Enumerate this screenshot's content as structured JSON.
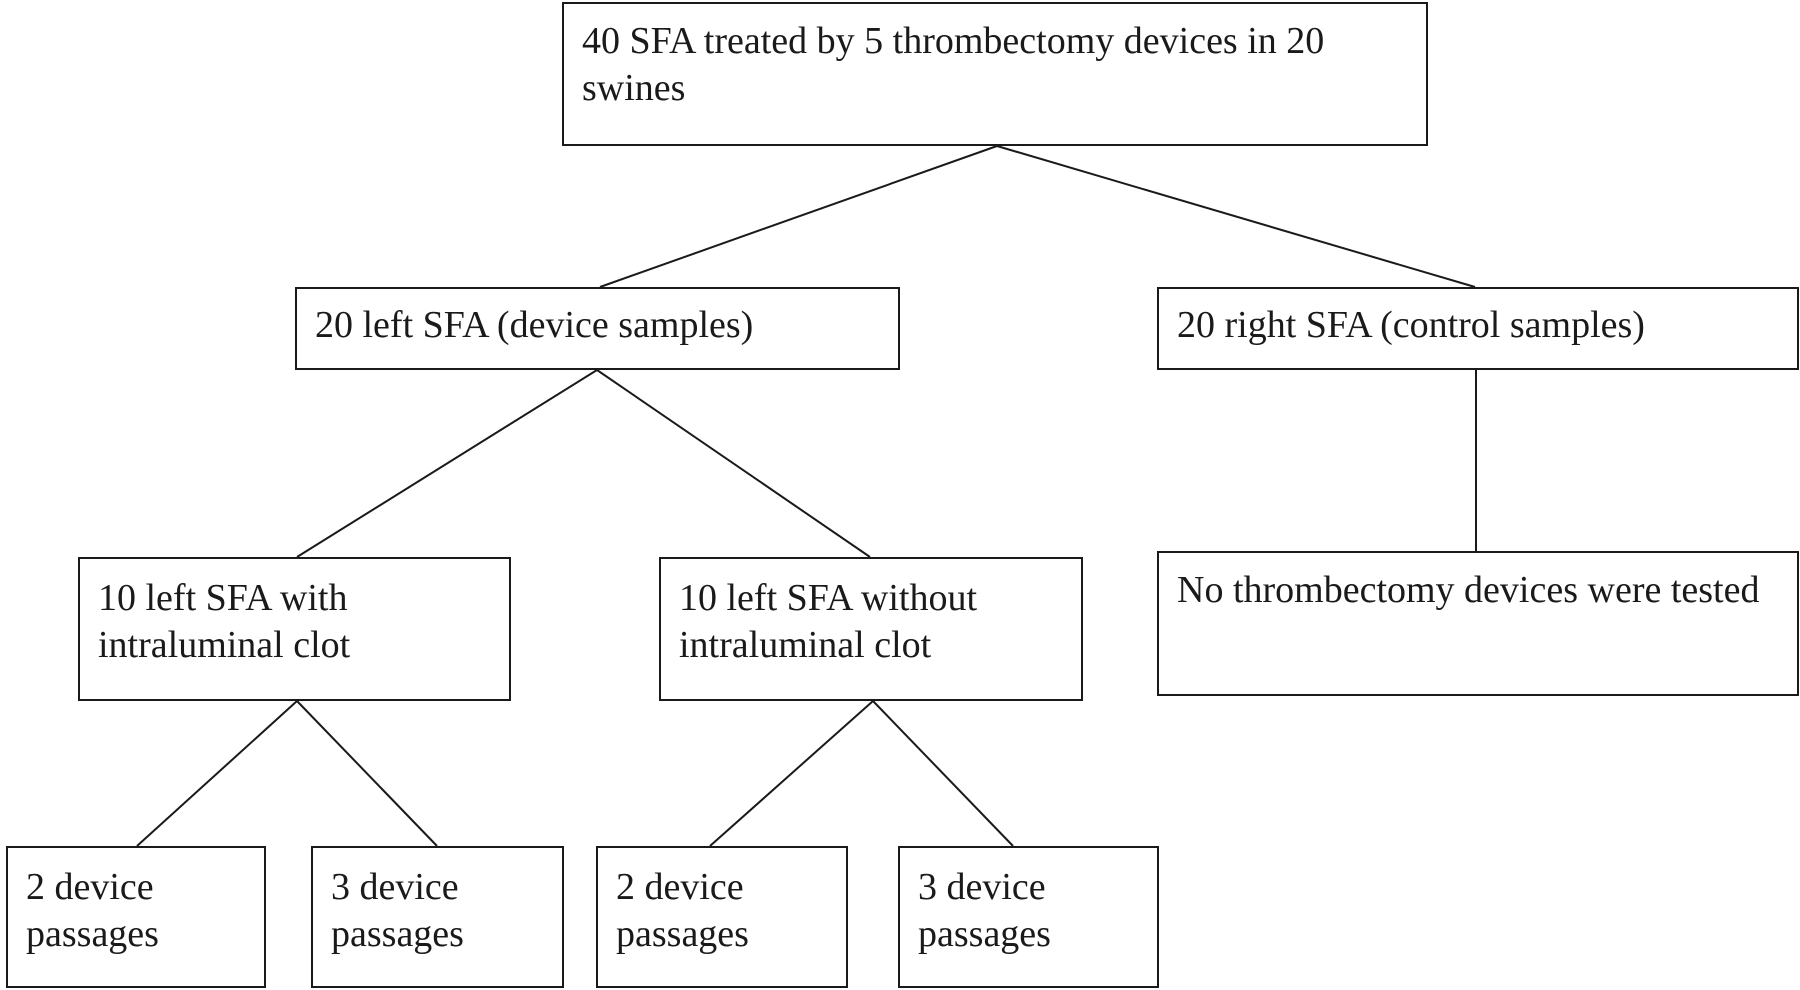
{
  "nodes": {
    "root": "40 SFA treated by 5 thrombectomy devices in 20 swines",
    "left_sfa": "20 left SFA (device samples)",
    "right_sfa": "20 right SFA (control samples)",
    "with_clot": "10 left SFA with intraluminal clot",
    "without_clot": "10 left SFA without intraluminal clot",
    "no_devices": "No thrombectomy devices were tested",
    "passages_2a": "2 device passages",
    "passages_3a": "3 device passages",
    "passages_2b": "2 device passages",
    "passages_3b": "3 device passages"
  },
  "colors": {
    "line": "#1a1a1a",
    "background": "#ffffff"
  }
}
